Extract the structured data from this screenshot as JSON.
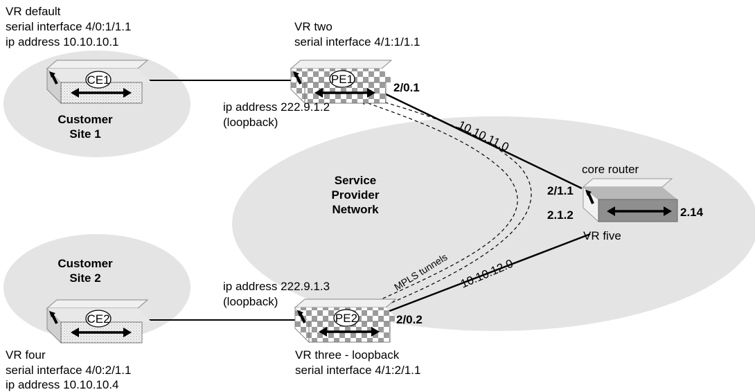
{
  "colors": {
    "region": "#e4e4e4",
    "router_side": "#d0d0d0",
    "core_body": "#8f8f8f",
    "link": "#000000"
  },
  "regions": {
    "site1": {
      "line1": "Customer",
      "line2": "Site 1"
    },
    "site2": {
      "line1": "Customer",
      "line2": "Site 2"
    },
    "provider": {
      "line1": "Service",
      "line2": "Provider",
      "line3": "Network"
    }
  },
  "routers": {
    "ce1": {
      "badge": "CE1",
      "icon": "router-icon"
    },
    "pe1": {
      "badge": "PE1",
      "icon": "router-icon"
    },
    "pe2": {
      "badge": "PE2",
      "icon": "router-icon"
    },
    "ce2": {
      "badge": "CE2",
      "icon": "router-icon"
    },
    "core": {
      "badge": "",
      "icon": "router-icon"
    }
  },
  "labels": {
    "ce1_vr": "VR default",
    "ce1_iface": "serial interface 4/0:1/1.1",
    "ce1_ip": "ip address 10.10.10.1",
    "pe1_vr": "VR two",
    "pe1_iface": "serial interface 4/1:1/1.1",
    "pe1_ip": "ip address 222.9.1.2",
    "pe1_loop": "(loopback)",
    "pe1_port": "2/0.1",
    "link_top": "10.10.11.0",
    "core_name": "core router",
    "core_port_a": "2/1.1",
    "core_port_b": "2.1.2",
    "core_port_c": "2.14",
    "core_vr": "VR five",
    "tunnels": "MPLS tunnels",
    "link_bottom": "10.10.12.0",
    "pe2_ip": "ip address 222.9.1.3",
    "pe2_loop": "(loopback)",
    "pe2_port": "2/0.2",
    "pe2_vr": "VR three - loopback",
    "pe2_iface": "serial interface 4/1:2/1.1",
    "ce2_vr": "VR four",
    "ce2_iface": "serial interface 4/0:2/1.1",
    "ce2_ip": "ip address 10.10.10.4"
  }
}
